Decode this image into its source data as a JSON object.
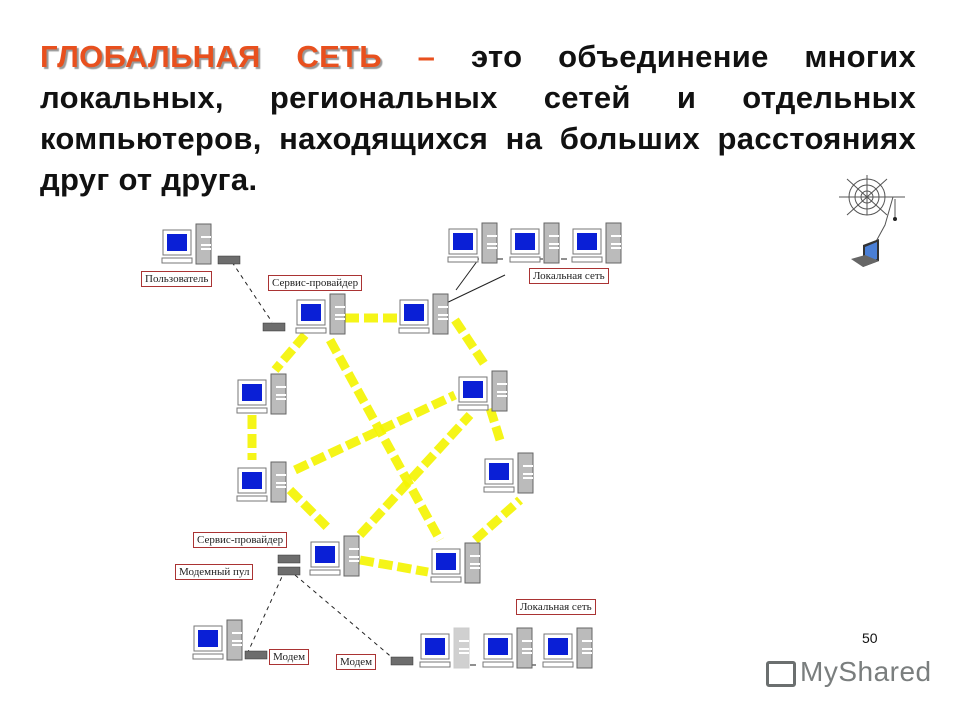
{
  "heading": {
    "highlight": "ГЛОБАЛЬНАЯ СЕТЬ",
    "dash": "–",
    "text": "это объединение многих локальных, региональных сетей и отдельных компьютеров, находящихся на больших расстояниях друг от друга",
    "period": "."
  },
  "diagram": {
    "labels": {
      "user": "Пользователь",
      "service_provider_top": "Сервис-провайдер",
      "lan_top": "Локальная сеть",
      "service_provider_bottom": "Сервис-провайдер",
      "modem_pool": "Модемный пул",
      "modem_left": "Модем",
      "modem_right": "Модем",
      "lan_bottom": "Локальная сеть"
    },
    "colors": {
      "screen": "#0a1fd6",
      "link": "#f5f500",
      "label_border": "#a33333"
    }
  },
  "clipart": "spiderweb-laptop-icon",
  "page_number": "50",
  "watermark": "MyShared"
}
